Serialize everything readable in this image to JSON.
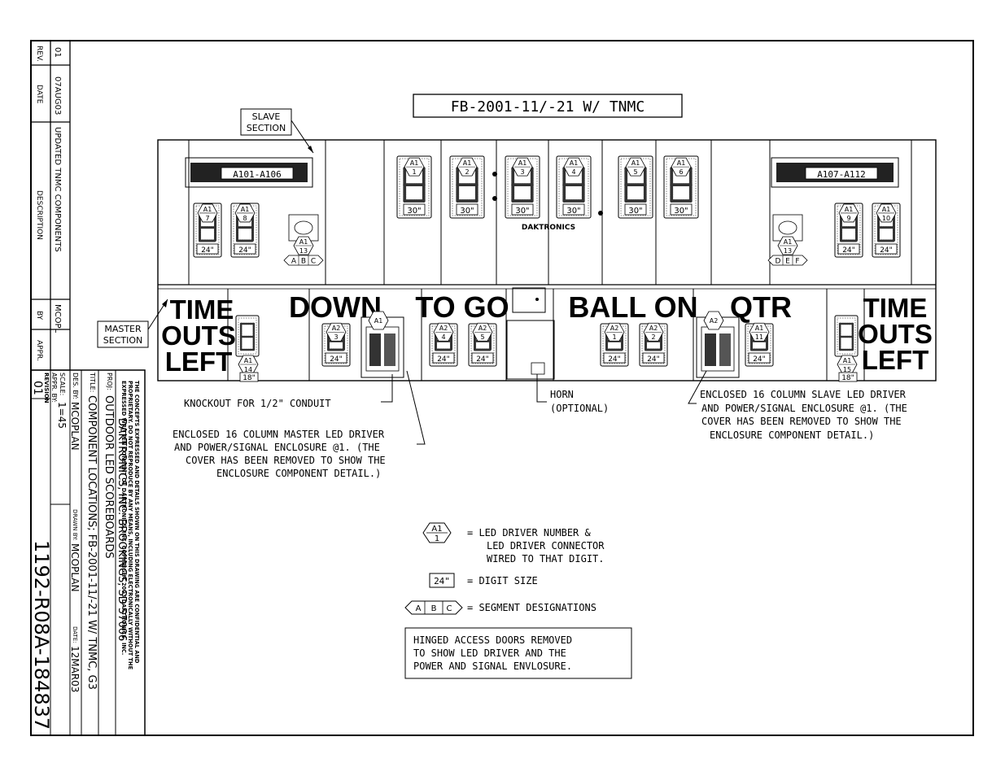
{
  "title_box": {
    "text": "FB-2001-11/-21 W/ TNMC"
  },
  "slave_callout": {
    "line1": "SLAVE",
    "line2": "SECTION"
  },
  "master_callout": {
    "line1": "MASTER",
    "line2": "SECTION"
  },
  "top_panel": {
    "left_driver_range": "A101-A106",
    "right_driver_range": "A107-A112",
    "brand": "DAKTRONICS",
    "digits": [
      {
        "id": "A1",
        "num": "1",
        "size": "30\""
      },
      {
        "id": "A1",
        "num": "2",
        "size": "30\""
      },
      {
        "id": "A1",
        "num": "3",
        "size": "30\""
      },
      {
        "id": "A1",
        "num": "4",
        "size": "30\""
      },
      {
        "id": "A1",
        "num": "5",
        "size": "30\""
      },
      {
        "id": "A1",
        "num": "6",
        "size": "30\""
      }
    ],
    "left_small_digits": [
      {
        "id": "A1",
        "num": "7",
        "size": "24\""
      },
      {
        "id": "A1",
        "num": "8",
        "size": "24\""
      }
    ],
    "right_small_digits": [
      {
        "id": "A1",
        "num": "9",
        "size": "24\""
      },
      {
        "id": "A1",
        "num": "10",
        "size": "24\""
      }
    ],
    "left_indicator": {
      "id": "A1",
      "num": "13",
      "segments": [
        "A",
        "B",
        "C"
      ]
    },
    "right_indicator": {
      "id": "A1",
      "num": "13",
      "segments": [
        "D",
        "E",
        "F"
      ]
    }
  },
  "bottom_panel": {
    "labels": {
      "timeouts_left_a": "TIME",
      "timeouts_left_b": "OUTS",
      "timeouts_left_c": "LEFT",
      "down": "DOWN",
      "to_go": "TO GO",
      "ball_on": "BALL ON",
      "qtr": "QTR",
      "timeouts_right_a": "TIME",
      "timeouts_right_b": "OUTS",
      "timeouts_right_c": "LEFT"
    },
    "digits": {
      "left_to": {
        "id": "A1",
        "num": "14",
        "size": "18\""
      },
      "down": {
        "id": "A2",
        "num": "3",
        "size": "24\""
      },
      "master_enclosure": {
        "id": "A1"
      },
      "to_go_1": {
        "id": "A2",
        "num": "4",
        "size": "24\""
      },
      "to_go_2": {
        "id": "A2",
        "num": "5",
        "size": "24\""
      },
      "ball_on_1": {
        "id": "A2",
        "num": "1",
        "size": "24\""
      },
      "ball_on_2": {
        "id": "A2",
        "num": "2",
        "size": "24\""
      },
      "slave_enclosure": {
        "id": "A2"
      },
      "qtr": {
        "id": "A1",
        "num": "11",
        "size": "24\""
      },
      "right_to": {
        "id": "A1",
        "num": "15",
        "size": "18\""
      }
    }
  },
  "notes": {
    "knockout": "KNOCKOUT FOR 1/2\" CONDUIT",
    "horn_line1": "HORN",
    "horn_line2": "(OPTIONAL)",
    "master_enclosure": [
      "ENCLOSED 16 COLUMN MASTER LED DRIVER",
      "AND POWER/SIGNAL ENCLOSURE @1.  (THE",
      "COVER HAS BEEN REMOVED TO SHOW THE",
      "ENCLOSURE COMPONENT DETAIL.)"
    ],
    "slave_enclosure": [
      "ENCLOSED 16 COLUMN SLAVE LED DRIVER",
      "AND POWER/SIGNAL ENCLOSURE @1.  (THE",
      "COVER HAS BEEN REMOVED TO SHOW THE",
      "ENCLOSURE COMPONENT DETAIL.)"
    ]
  },
  "legend": {
    "driver_id": "A1",
    "driver_num": "1",
    "driver_text": [
      "=  LED DRIVER NUMBER &",
      "LED DRIVER CONNECTOR",
      "WIRED TO THAT DIGIT."
    ],
    "size_sample": "24\"",
    "size_text": "=  DIGIT SIZE",
    "segments": [
      "A",
      "B",
      "C"
    ],
    "segment_text": "=  SEGMENT DESIGNATIONS",
    "hinged_note": [
      "HINGED ACCESS DOORS REMOVED",
      "TO SHOW LED DRIVER AND THE",
      "POWER AND SIGNAL ENVLOSURE."
    ]
  },
  "revision_block": {
    "rev_label": "REV.",
    "date_label": "DATE",
    "description_label": "DESCRIPTION",
    "by_label": "BY",
    "appr_label": "APPR.",
    "rev": "01",
    "date": "07AUG03",
    "description": "UPDATED TNMC COMPONENTS",
    "by": "MCOPL"
  },
  "title_block": {
    "confidential_lines": [
      "THE CONCEPTS EXPRESSED AND DETAILS SHOWN ON THIS DRAWING ARE CONFIDENTIAL AND",
      "PROPRIETARY.  DO NOT REPRODUCE BY ANY MEANS, INCLUDING ELECTRONICALLY WITHOUT THE",
      "EXPRESSED WRITTEN CONSENT OF DAKTRONICS, INC.                 COPYRIGHT 2003 DAKTRONICS, INC."
    ],
    "company": "DAKTRONICS, INC.   BROOKINGS, SD  57006",
    "proj_label": "PROJ:",
    "proj": "OUTDOOR LED SCOREBOARDS",
    "title_label": "TITLE:",
    "title": "COMPONENT LOCATIONS; FB-2001-11/-21 W/ TNMC, G3",
    "des_label": "DES. BY:",
    "des_by": "MCOPLAN",
    "drawn_label": "DRAWN BY:",
    "drawn_by": "MCOPLAN",
    "date_label": "DATE:",
    "date": "12MAR03",
    "revision_label": "REVISION",
    "revision": "01",
    "appr_label": "APPR. BY:",
    "scale_label": "SCALE:",
    "scale": "1=45",
    "drawing_number": "1192-R08A-184837"
  }
}
